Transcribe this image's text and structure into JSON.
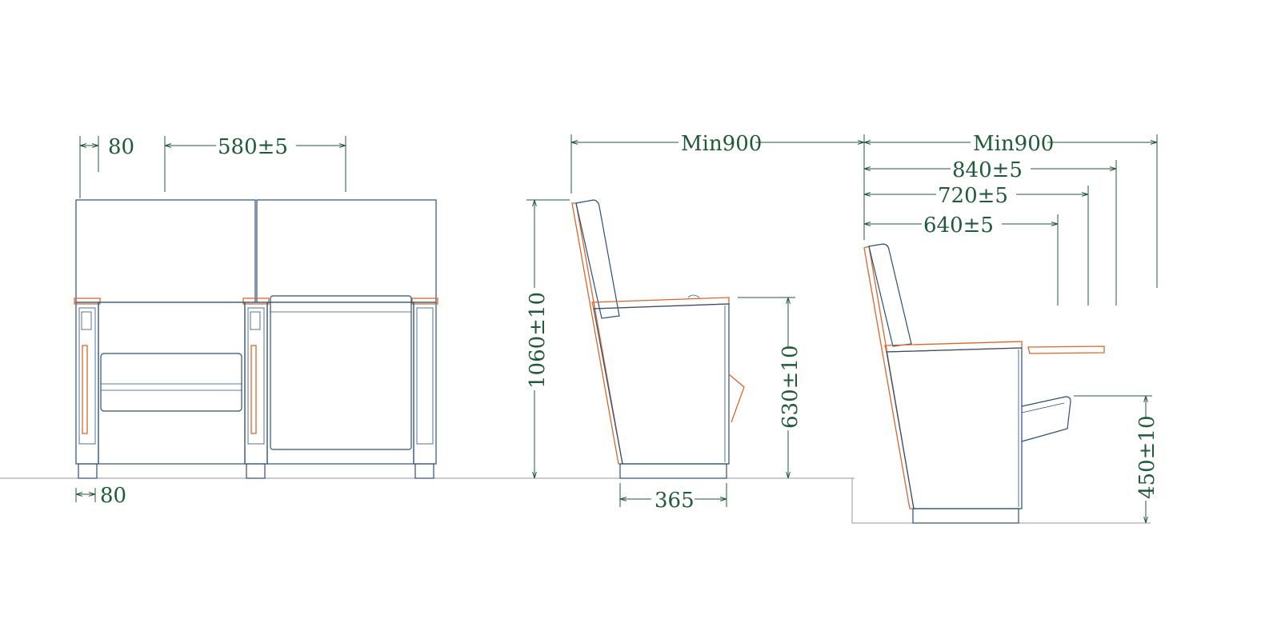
{
  "dimensions": {
    "front_armrest_top": "80",
    "front_seat_width": "580±5",
    "front_armrest_bottom": "80",
    "side_height": "1060±10",
    "side_seat_height": "630±10",
    "side_depth": "365",
    "row_spacing_left": "Min900",
    "row_spacing_right": "Min900",
    "depth_840": "840±5",
    "depth_720": "720±5",
    "depth_640": "640±5",
    "step_height": "450±10"
  },
  "colors": {
    "dimension": "#1f5a3a",
    "chair_outline": "#2b4f78",
    "wood": "#d9662a",
    "floor": "#9a9a9a"
  }
}
